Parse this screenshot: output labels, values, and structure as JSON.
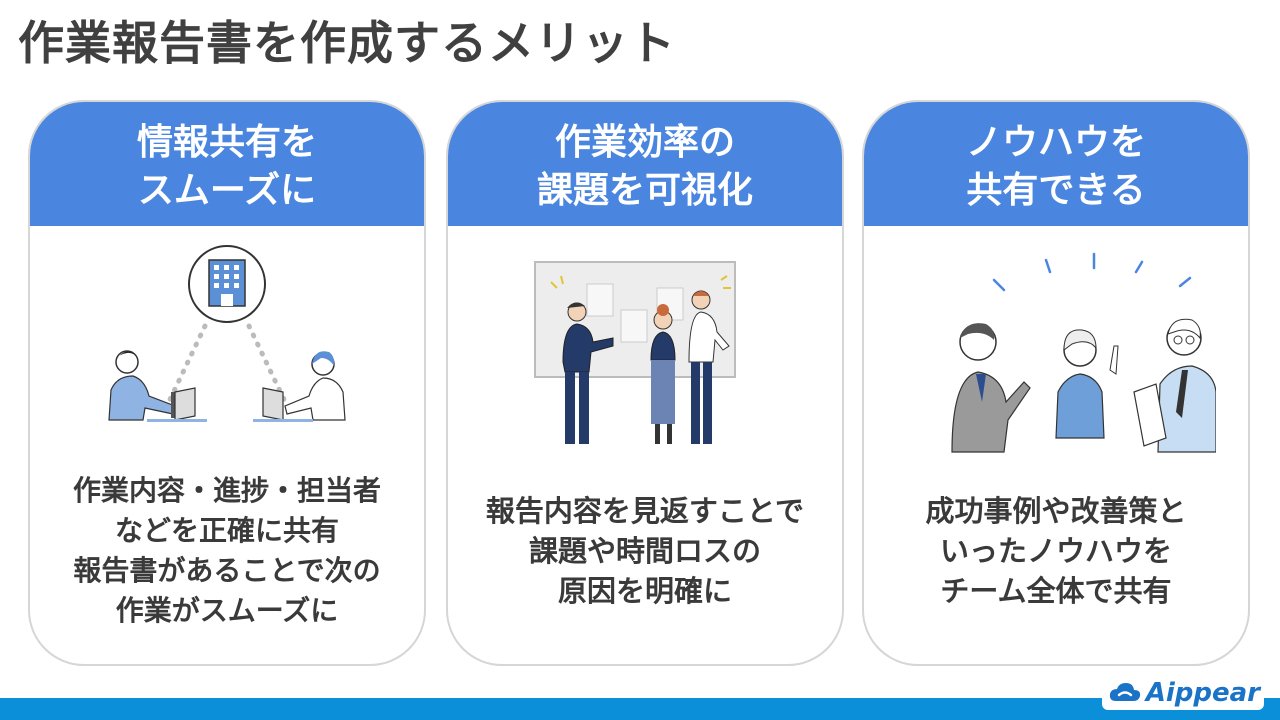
{
  "title": "作業報告書を作成するメリット",
  "cards": [
    {
      "header_lines": [
        "情報共有を",
        "スムーズに"
      ],
      "body_lines": [
        "作業内容・進捗・担当者",
        "などを正確に共有",
        "報告書があることで次の",
        "作業がスムーズに"
      ],
      "illustration": "office-workers-sharing-icon"
    },
    {
      "header_lines": [
        "作業効率の",
        "課題を可視化"
      ],
      "body_lines": [
        "報告内容を見返すことで",
        "課題や時間ロスの",
        "原因を明確に"
      ],
      "illustration": "team-whiteboard-icon"
    },
    {
      "header_lines": [
        "ノウハウを",
        "共有できる"
      ],
      "body_lines": [
        "成功事例や改善策と",
        "いったノウハウを",
        "チーム全体で共有"
      ],
      "illustration": "team-discussion-icon"
    }
  ],
  "brand": {
    "logo_text": "Aippear"
  },
  "colors": {
    "header_blue": "#4a86e0",
    "footer_blue": "#0a8fd8",
    "logo_blue": "#1a73c6",
    "card_border": "#d6d6d6"
  }
}
